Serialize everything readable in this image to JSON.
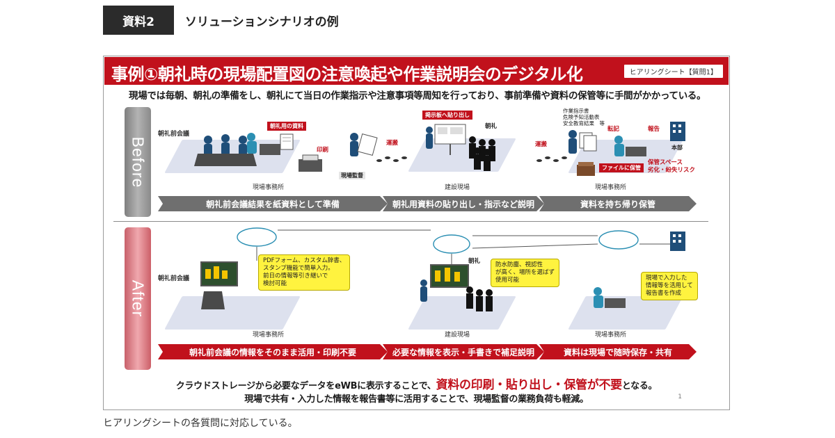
{
  "header": {
    "label": "資料2",
    "title": "ソリューションシナリオの例"
  },
  "slide": {
    "title": "事例①朝礼時の現場配置図の注意喚起や作業説明会のデジタル化",
    "sheet_tag": "ヒアリングシート【質問1】",
    "lead": "現場では毎朝、朝礼の準備をし、朝礼にて当日の作業指示や注意事項等周知を行っており、事前準備や資料の保管等に手間がかかっている。",
    "before": {
      "tab": "Before",
      "meeting_label": "朝礼前会議",
      "doc_tag": "朝礼用の資料",
      "print_label": "印刷",
      "supervisor_label": "現場監督",
      "carry_label_1": "運搬",
      "board_tag": "掲示板へ貼り出し",
      "chorei_label": "朝礼",
      "carry_label_2": "運搬",
      "docs_list": "作業指示書\n危険予知活動表\n安全教育結果　等",
      "transcribe_label": "転記",
      "report_label": "報告",
      "hq_label": "本部",
      "file_tag": "ファイルに保管",
      "risk_text": "保管スペース\n劣化・紛失リスク",
      "area_office": "現場事務所",
      "area_site": "建設現場",
      "area_office_2": "現場事務所",
      "steps": [
        "朝礼前会議結果を紙資料として準備",
        "朝礼用資料の貼り出し・指示など説明",
        "資料を持ち帰り保管"
      ]
    },
    "after": {
      "tab": "After",
      "meeting_label": "朝礼前会議",
      "callout_1": "PDFフォーム、カスタム辞書、\nスタンプ機能で簡単入力。\n前日の情報等引き継いで\n検討可能",
      "chorei_label": "朝礼",
      "callout_2": "防水防塵、視認性\nが高く、場所を選ばず\n使用可能",
      "callout_3": "現場で入力した\n情報等を活用して\n報告書を作成",
      "area_office": "現場事務所",
      "area_site": "建設現場",
      "area_office_2": "現場事務所",
      "steps": [
        "朝礼前会議の情報をそのまま活用・印刷不要",
        "必要な情報を表示・手書きで補足説明",
        "資料は現場で随時保存・共有"
      ]
    },
    "footer": {
      "line1_pre": "クラウドストレージから必要なデータをeWBに表示することで、",
      "line1_highlight": "資料の印刷・貼り出し・保管が不要",
      "line1_post": "となる。",
      "line2": "現場で共有・入力した情報を報告書等に活用することで、現場監督の業務負荷も軽減。",
      "page_number": "1"
    }
  },
  "caption": "ヒアリングシートの各質問に対応している。",
  "colors": {
    "accent_red": "#c1111c",
    "before_gray": "#6f6f6f",
    "callout_yellow": "#fff33f",
    "header_dark": "#2b2b2b"
  }
}
